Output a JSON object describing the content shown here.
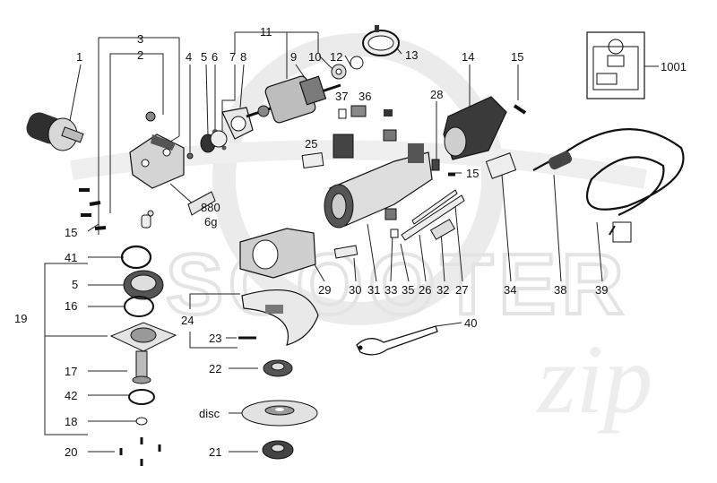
{
  "watermark": {
    "brand": "SCOOTER",
    "script": "zip"
  },
  "labels": {
    "p1": "1",
    "p2": "2",
    "p3": "3",
    "p4": "4",
    "p5": "5",
    "p6": "6",
    "p7": "7",
    "p8": "8",
    "p9": "9",
    "p10": "10",
    "p11": "11",
    "p12": "12",
    "p13": "13",
    "p14": "14",
    "p15": "15",
    "p1001": "1001",
    "p37": "37",
    "p36": "36",
    "p28": "28",
    "p25": "25",
    "p15b": "15",
    "p880": "880",
    "p6g": "6g",
    "p15c": "15",
    "p41": "41",
    "p5b": "5",
    "p16": "16",
    "p19": "19",
    "p17": "17",
    "p42": "42",
    "p18": "18",
    "p20": "20",
    "p24": "24",
    "p23": "23",
    "p22": "22",
    "disc": "disc",
    "p21": "21",
    "p29": "29",
    "p30": "30",
    "p31": "31",
    "p33": "33",
    "p35": "35",
    "p26": "26",
    "p32": "32",
    "p27": "27",
    "p34": "34",
    "p38": "38",
    "p39": "39",
    "p40": "40"
  },
  "colors": {
    "line": "#222222",
    "part_fill": "#e6e6e6",
    "part_dark": "#555555",
    "watermark": "#d9d9d9"
  }
}
